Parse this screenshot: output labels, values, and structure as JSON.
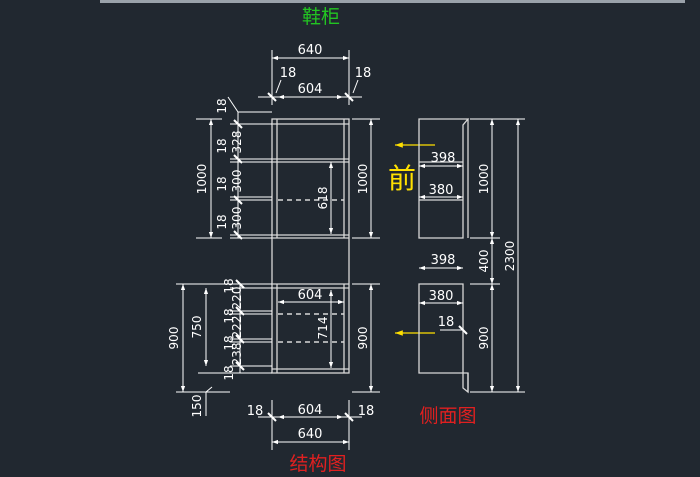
{
  "title": "鞋柜",
  "front_label": "前",
  "structure_caption": "结构图",
  "side_caption": "侧面图",
  "colors": {
    "background": "#212830",
    "title": "#22c522",
    "caption": "#e02020",
    "front": "#ffe000",
    "lines": "#ffffff"
  },
  "top_dims": {
    "overall": "640",
    "left_panel": "18",
    "right_panel": "18",
    "inner": "604"
  },
  "upper_left_dims": {
    "top": "18",
    "gap1": "328",
    "panel2": "18",
    "gap2": "300",
    "panel3": "18",
    "gap3": "300",
    "panel4": "18",
    "total": "1000"
  },
  "upper_inner": "618",
  "upper_right": "1000",
  "lower_inner_width": "604",
  "lower_inner_height": "714",
  "lower_left_dims": {
    "top_panel": "18",
    "gap1": "220",
    "panel": "18",
    "gap2": "222",
    "panel2": "18",
    "gap3": "238",
    "bottom_panel": "18",
    "stack": "750",
    "total": "900",
    "plinth": "150"
  },
  "lower_right": "900",
  "bottom_dims": {
    "left_panel": "18",
    "inner": "604",
    "right_panel": "18",
    "overall": "640"
  },
  "side_dims": {
    "upper_outer": "398",
    "upper_inner": "380",
    "lower_outer": "398",
    "lower_inner": "380",
    "back_panel": "18",
    "upper_h": "1000",
    "gap": "400",
    "lower_h": "900",
    "total": "2300"
  }
}
